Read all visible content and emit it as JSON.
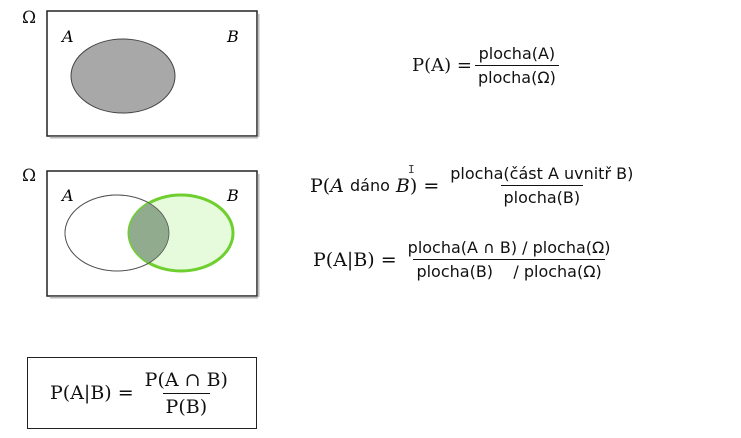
{
  "omega_symbol": "Ω",
  "diagram1": {
    "set_a": "A",
    "set_b": "B"
  },
  "diagram2": {
    "set_a": "A",
    "set_b": "B"
  },
  "colors": {
    "set_a_fill": "#a8a8a8",
    "set_b_fill": "#e6fbdc",
    "set_b_stroke": "#6fcf2e",
    "intersection_fill": "#90ab8e"
  },
  "formula1": {
    "lhs": "P(A) =",
    "num": "plocha(A)",
    "den": "plocha(Ω)"
  },
  "formula2": {
    "lhs_p": "P(",
    "lhs_a": "A",
    "lhs_word": "dáno",
    "lhs_b": "B",
    "lhs_close": ") =",
    "num": "plocha(část A uvnitř B)",
    "den": "plocha(B)"
  },
  "formula3": {
    "lhs": "P(A|B) =",
    "num": "plocha(A ∩ B) / plocha(Ω)",
    "den": "plocha(B)    / plocha(Ω)"
  },
  "formula4": {
    "lhs": "P(A|B) =",
    "num": "P(A ∩ B)",
    "den": "P(B)"
  },
  "cursor_glyph": "I"
}
